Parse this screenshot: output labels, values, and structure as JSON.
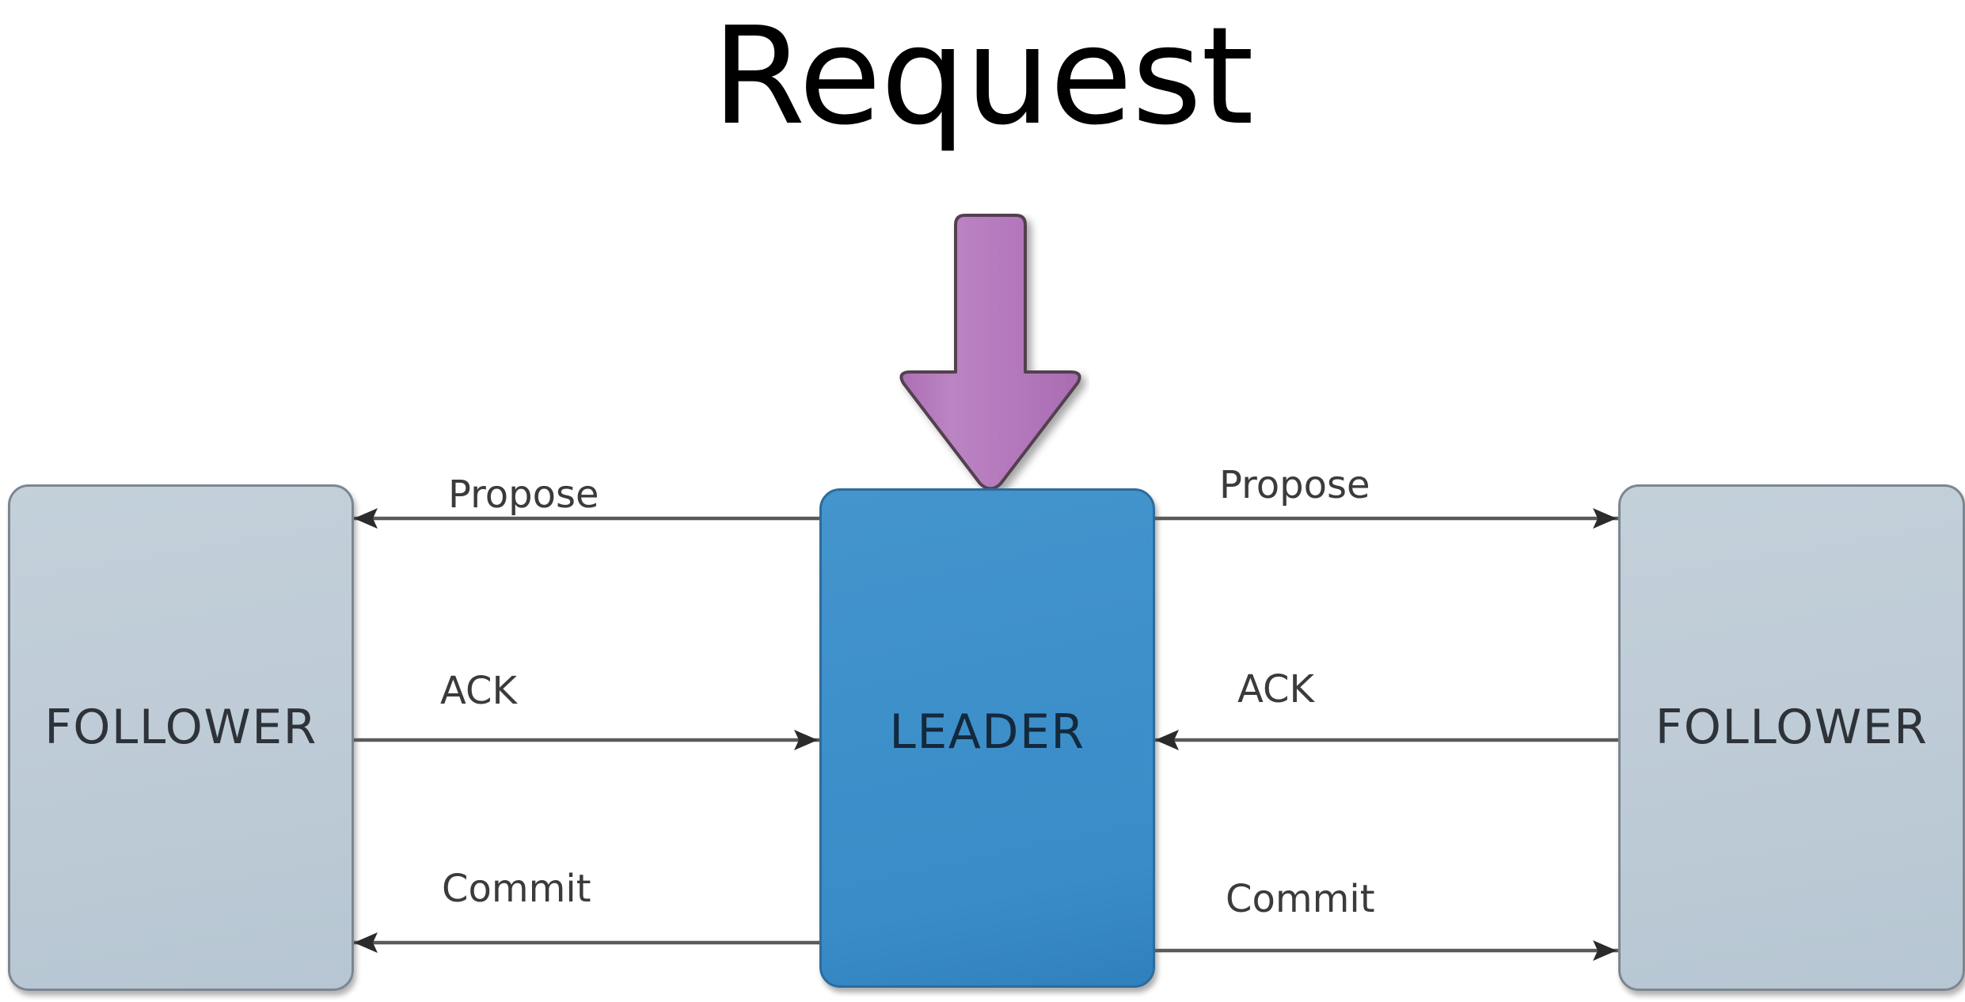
{
  "diagram": {
    "title": "Request",
    "type": "zab-protocol-broadcast",
    "colors": {
      "leader_fill": "#3e90cb",
      "leader_border": "#2d6c9c",
      "follower_fill": "#bfccd7",
      "follower_border": "#7c8690",
      "request_arrow_fill": "#b578bc",
      "request_arrow_border": "#5a4a5e",
      "connector_line": "#5a5a5a",
      "label_text": "#3b3b3b",
      "background": "#ffffff"
    },
    "nodes": [
      {
        "id": "follower-left",
        "label": "FOLLOWER",
        "role": "follower"
      },
      {
        "id": "leader",
        "label": "LEADER",
        "role": "leader"
      },
      {
        "id": "follower-right",
        "label": "FOLLOWER",
        "role": "follower"
      }
    ],
    "request_arrow": {
      "name": "request-arrow",
      "direction": "down",
      "from": "client",
      "to": "leader"
    },
    "messages": {
      "left": [
        {
          "label": "Propose",
          "direction": "leader-to-follower",
          "arrow": "left"
        },
        {
          "label": "ACK",
          "direction": "follower-to-leader",
          "arrow": "right"
        },
        {
          "label": "Commit",
          "direction": "leader-to-follower",
          "arrow": "left"
        }
      ],
      "right": [
        {
          "label": "Propose",
          "direction": "leader-to-follower",
          "arrow": "right"
        },
        {
          "label": "ACK",
          "direction": "follower-to-leader",
          "arrow": "left"
        },
        {
          "label": "Commit",
          "direction": "leader-to-follower",
          "arrow": "right"
        }
      ]
    }
  }
}
